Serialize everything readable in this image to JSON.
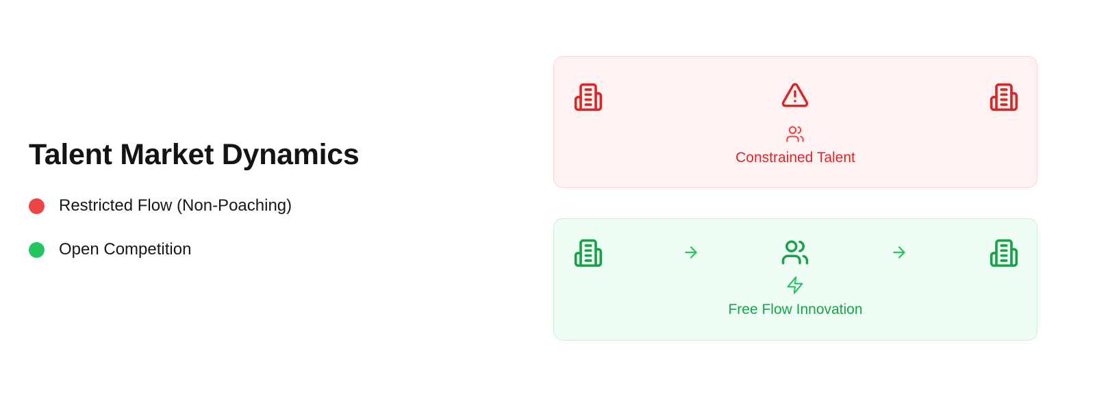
{
  "title": "Talent Market Dynamics",
  "legend": [
    {
      "label": "Restricted Flow (Non-Poaching)",
      "color": "#ef4444"
    },
    {
      "label": "Open Competition",
      "color": "#22c55e"
    }
  ],
  "restricted_panel": {
    "label": "Constrained Talent",
    "accent": "#dc2626",
    "icons": [
      "building-icon",
      "alert-triangle-icon",
      "building-icon",
      "users-icon"
    ]
  },
  "open_panel": {
    "label": "Free Flow Innovation",
    "accent": "#16a34a",
    "icons": [
      "building-icon",
      "arrow-right-icon",
      "users-icon",
      "arrow-right-icon",
      "building-icon",
      "zap-icon"
    ]
  }
}
